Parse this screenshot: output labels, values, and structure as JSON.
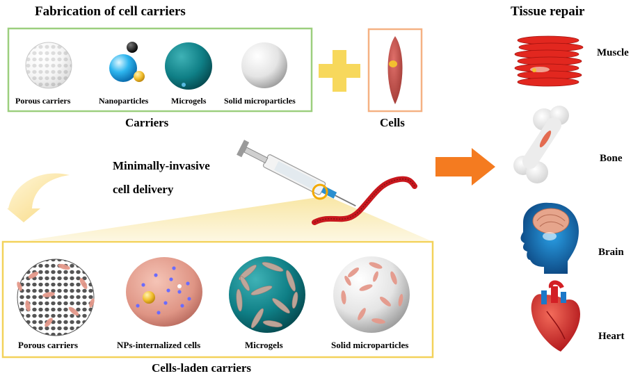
{
  "fabrication_title": "Fabrication of cell carriers",
  "tissue_repair_title": "Tissue repair",
  "carriers": {
    "group_label": "Carriers",
    "items": [
      "Porous carriers",
      "Nanoparticles",
      "Microgels",
      "Solid microparticles"
    ]
  },
  "cells_label": "Cells",
  "delivery": {
    "line1": "Minimally-invasive",
    "line2": "cell delivery"
  },
  "laden": {
    "group_label": "Cells-laden carriers",
    "items": [
      "Porous carriers",
      "NPs-internalized cells",
      "Microgels",
      "Solid microparticles"
    ]
  },
  "organs": [
    "Muscle",
    "Bone",
    "Brain",
    "Heart"
  ],
  "colors": {
    "carrier_box": "#9ccf7e",
    "cells_box": "#f5b183",
    "laden_box": "#f3d25a",
    "plus": "#f7d85c",
    "arrow": "#f47b20",
    "microgel": "#0f7f86",
    "cell": "#c0504d"
  }
}
